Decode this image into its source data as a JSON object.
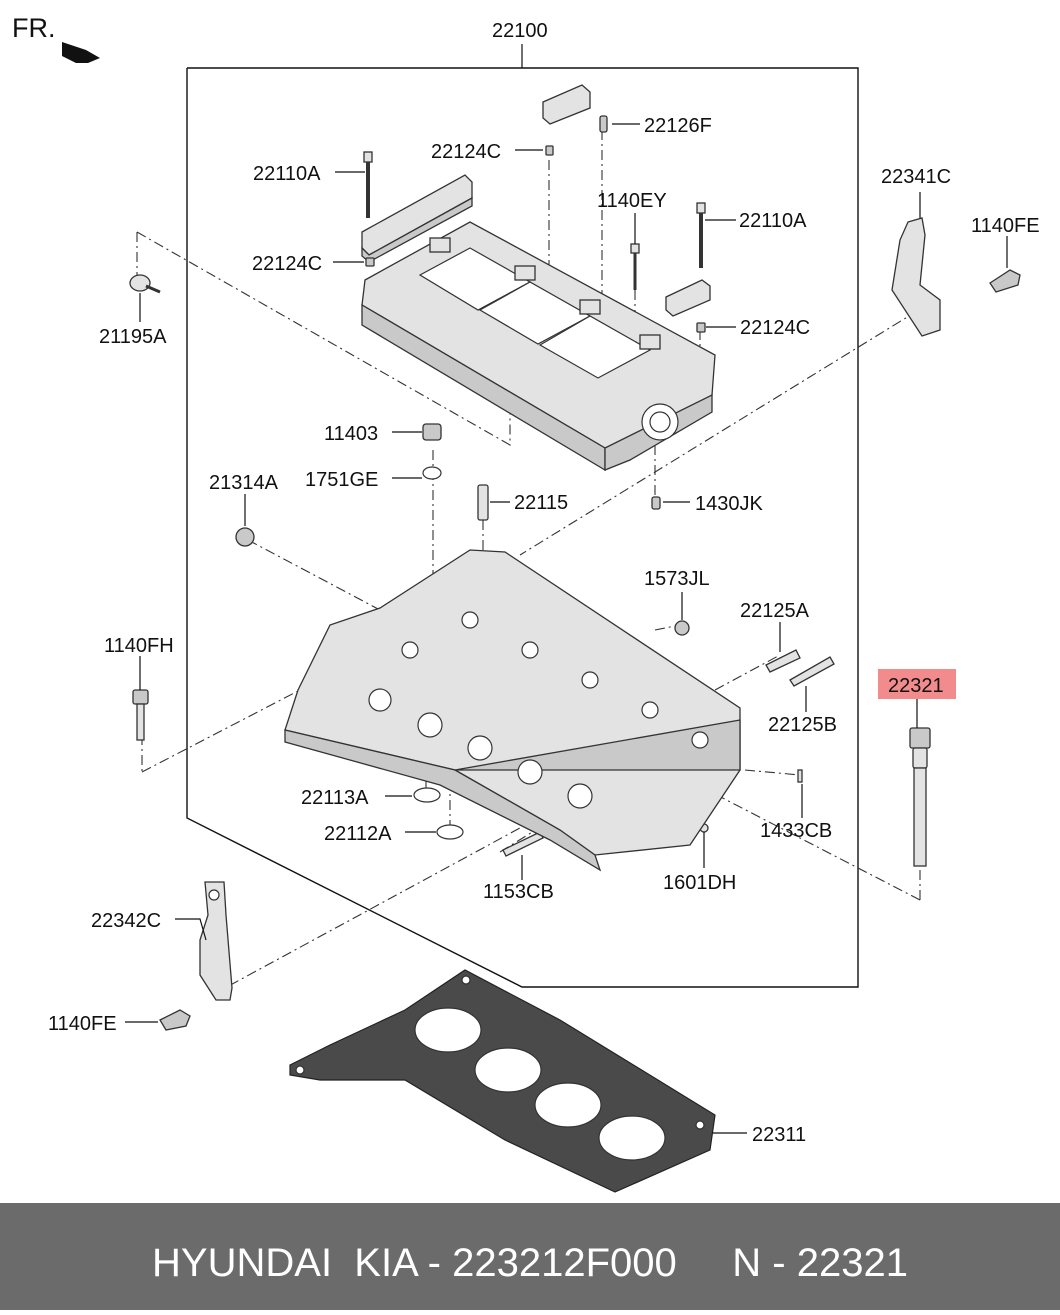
{
  "diagram": {
    "fr_label": "FR.",
    "assembly_label": "22100",
    "labels": {
      "p22126F": "22126F",
      "p22124C_top": "22124C",
      "p22110A_left": "22110A",
      "p22341C": "22341C",
      "p1140EY": "1140EY",
      "p22110A_right": "22110A",
      "p1140FE_right": "1140FE",
      "p22124C_mid": "22124C",
      "p21195A": "21195A",
      "p22124C_right": "22124C",
      "p11403": "11403",
      "p1751GE": "1751GE",
      "p21314A": "21314A",
      "p22115": "22115",
      "p1430JK": "1430JK",
      "p1573JL": "1573JL",
      "p22125A": "22125A",
      "p1140FH": "1140FH",
      "p22321": "22321",
      "p22125B": "22125B",
      "p22113A": "22113A",
      "p22112A": "22112A",
      "p1433CB": "1433CB",
      "p1153CB": "1153CB",
      "p1601DH": "1601DH",
      "p22342C": "22342C",
      "p1140FE_left": "1140FE",
      "p22311": "22311"
    },
    "highlight_color": "#f28b8b",
    "footer_color": "#6b6b6b"
  },
  "footer": {
    "text": "HYUNDAI  KIA - 223212F000     N - 22321"
  }
}
